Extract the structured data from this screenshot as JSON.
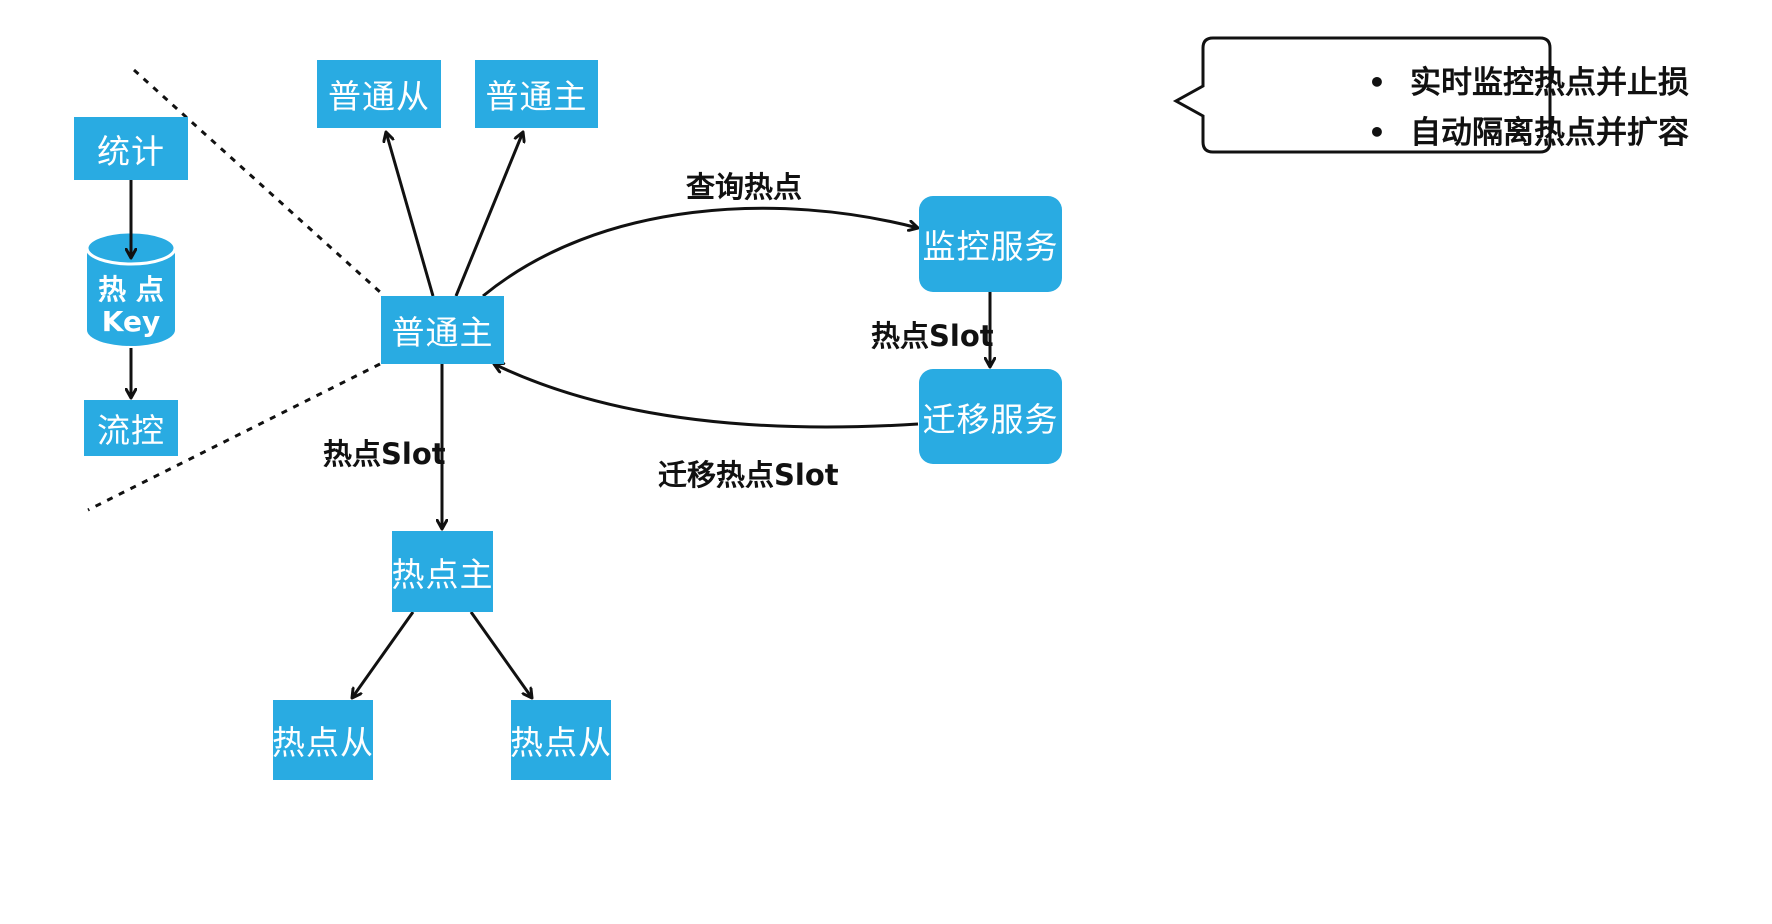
{
  "nodes": {
    "stats": "统计",
    "hot_key_top": "热   点",
    "hot_key_bottom": "Key",
    "flow_control": "流控",
    "normal_slave": "普通从",
    "normal_master_top": "普通主",
    "normal_master": "普通主",
    "monitor_service": "监控服务",
    "migrate_service": "迁移服务",
    "hot_master": "热点主",
    "hot_slave_1": "热点从",
    "hot_slave_2": "热点从"
  },
  "edges": {
    "query_hot": "查询热点",
    "hot_slot_right": "热点Slot",
    "migrate_hot_slot": "迁移热点Slot",
    "hot_slot_down": "热点Slot"
  },
  "callout": {
    "items": [
      "实时监控热点并止损",
      "自动隔离热点并扩容"
    ],
    "bullet": "•"
  },
  "colors": {
    "box_fill": "#29abe2",
    "box_text": "#ffffff",
    "line": "#111111"
  }
}
